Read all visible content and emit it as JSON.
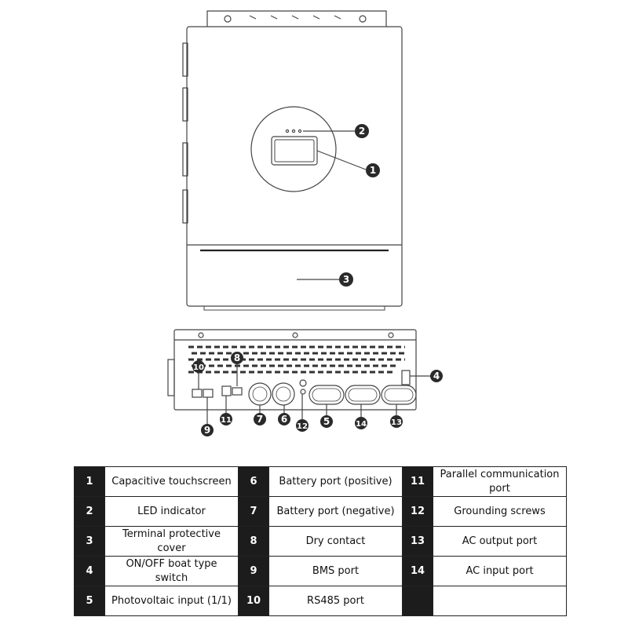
{
  "callouts": [
    "1",
    "2",
    "3",
    "4",
    "5",
    "6",
    "7",
    "8",
    "9",
    "10",
    "11",
    "12",
    "13",
    "14"
  ],
  "legend": {
    "rows": [
      [
        {
          "num": "1",
          "label": "Capacitive touchscreen"
        },
        {
          "num": "6",
          "label": "Battery port (positive)"
        },
        {
          "num": "11",
          "label": "Parallel communication port"
        }
      ],
      [
        {
          "num": "2",
          "label": "LED indicator"
        },
        {
          "num": "7",
          "label": "Battery port (negative)"
        },
        {
          "num": "12",
          "label": "Grounding screws"
        }
      ],
      [
        {
          "num": "3",
          "label": "Terminal protective cover"
        },
        {
          "num": "8",
          "label": "Dry contact"
        },
        {
          "num": "13",
          "label": "AC output port"
        }
      ],
      [
        {
          "num": "4",
          "label": "ON/OFF boat type switch"
        },
        {
          "num": "9",
          "label": "BMS port"
        },
        {
          "num": "14",
          "label": "AC input port"
        }
      ],
      [
        {
          "num": "5",
          "label": "Photovoltaic input (1/1)"
        },
        {
          "num": "10",
          "label": "RS485 port"
        },
        {
          "num": "",
          "label": ""
        }
      ]
    ]
  }
}
